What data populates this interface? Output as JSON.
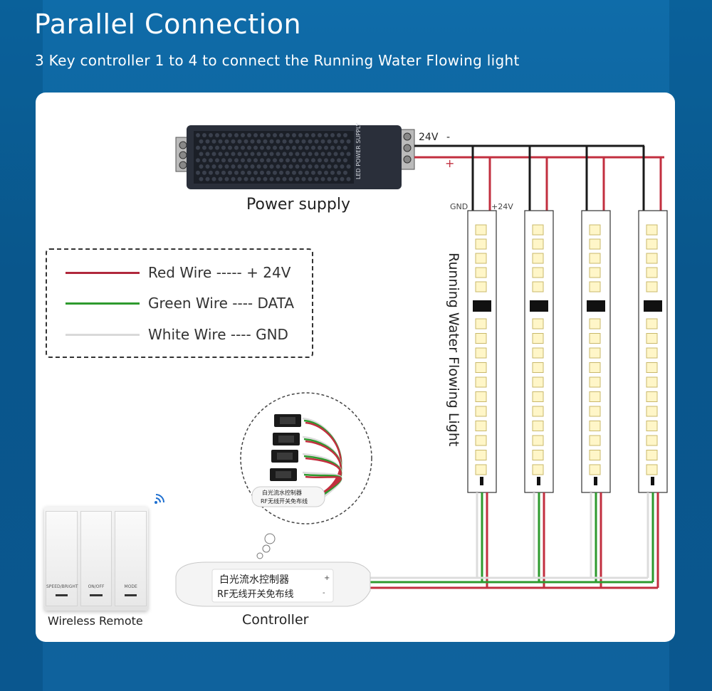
{
  "header": {
    "title": "Parallel Connection",
    "subtitle": "3 Key controller 1 to 4 to connect the Running Water Flowing light"
  },
  "power_supply": {
    "caption": "Power supply",
    "voltage_label": "24V",
    "minus_label": "-",
    "plus_label": "+",
    "print_text": "LED POWER SUPPLY"
  },
  "strip": {
    "gnd_label": "GND",
    "v_label": "+24V",
    "title": "Running Water Flowing Light"
  },
  "legend": {
    "items": [
      {
        "text": "Red Wire ----- + 24V",
        "color": "#b0283c"
      },
      {
        "text": "Green Wire ---- DATA",
        "color": "#2e9a2e"
      },
      {
        "text": "White Wire ---- GND",
        "color": "#d9d9d9"
      }
    ]
  },
  "remote": {
    "caption": "Wireless Remote",
    "keys": [
      "SPEED/BRIGHT",
      "ON/OFF",
      "MODE"
    ]
  },
  "controller": {
    "caption": "Controller",
    "line1": "白光流水控制器",
    "line2": "RF无线开关免布线",
    "inset_line1": "白光流水控制器",
    "inset_line2": "RF无线开关免布线",
    "plus_mark": "+",
    "minus_mark": "-"
  },
  "colors": {
    "red_wire": "#c22f3f",
    "black_wire": "#1a1a1a",
    "green_wire": "#2e9a2e",
    "white_wire": "#dcdcdc",
    "led": "#fff6c8",
    "signal": "#1e6fd0"
  }
}
